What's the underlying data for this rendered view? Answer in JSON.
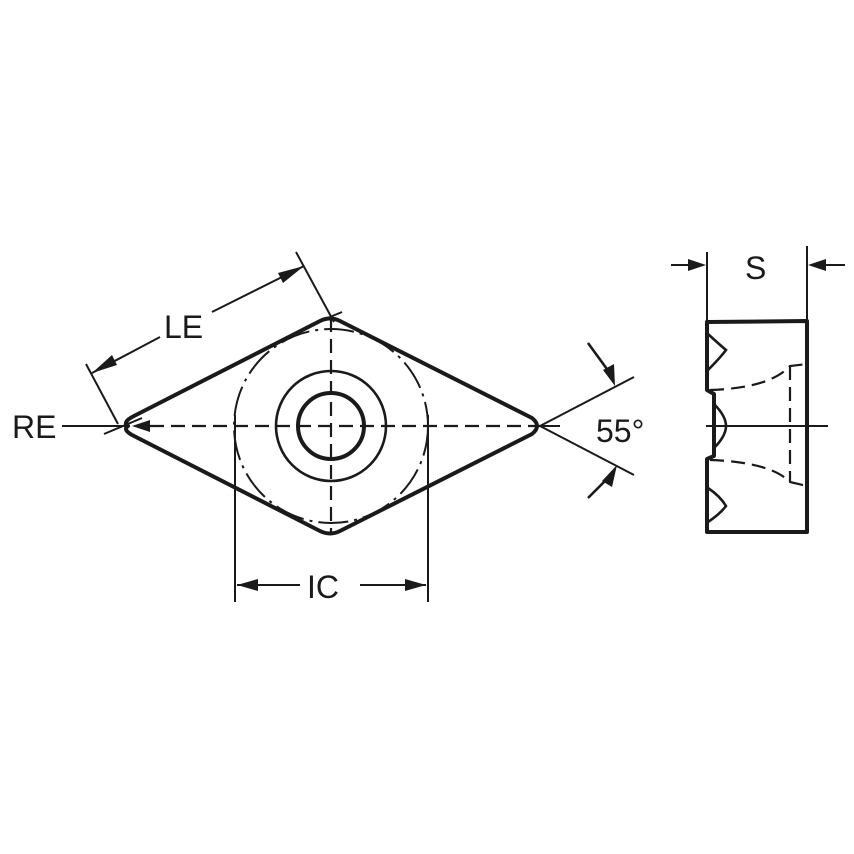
{
  "diagram": {
    "title": "Turning insert dimensions",
    "fill_color": "#FFC20E",
    "line_color": "#1a1a1a",
    "labels": {
      "cutting_edge_length": "LE",
      "corner_radius": "RE",
      "inscribed_circle": "IC",
      "thickness": "S",
      "point_angle": "55°"
    },
    "views": [
      {
        "name": "top-view",
        "shape": "rhombic insert, 55° with center hole"
      },
      {
        "name": "side-view",
        "shape": "rectangular profile with chipbreaker grooves"
      }
    ]
  }
}
